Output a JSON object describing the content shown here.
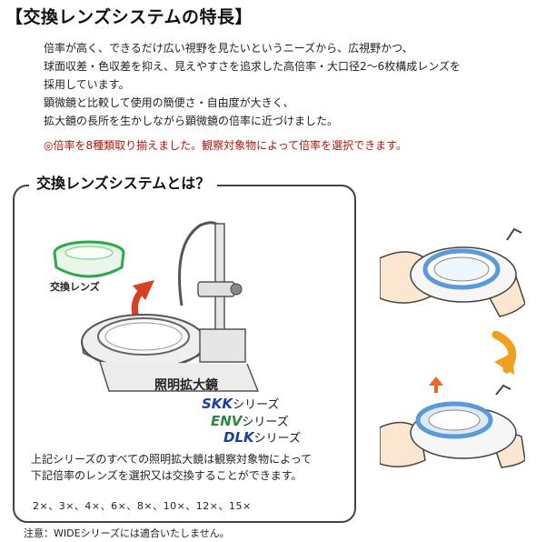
{
  "title": "【交換レンズシステムの特長】",
  "paragraphs": [
    "倍率が高く、できるだけ広い視野を見たいというニーズから、広視野かつ、",
    "球面収差・色収差を抑え、見えやすさを追求した高倍率・大口径2〜6枚構成レンズを",
    "採用しています。",
    "顕微鏡と比較して使用の簡便さ・自由度が大きく、",
    "拡大鏡の長所を生かしながら顕微鏡の倍率に近づけました。"
  ],
  "note_red": "◎倍率を8種類取り揃えました。観察対象物によって倍率を選択できます。",
  "panel": {
    "title": "交換レンズシステムとは？",
    "lens_label": "交換レンズ",
    "device_label": "照明拡大鏡",
    "series": [
      {
        "code": "SKK",
        "suffix": "シリーズ",
        "color": "#1a3fa0"
      },
      {
        "code": "ENV",
        "suffix": "シリーズ",
        "color": "#2a8a3a"
      },
      {
        "code": "DLK",
        "suffix": "シリーズ",
        "color": "#1a3fa0"
      }
    ],
    "caption_line1": "上記シリーズのすべての照明拡大鏡は観察対象物によって",
    "caption_line2": "下記倍率のレンズを選択又は交換することができます。",
    "magnifications": "2×、3×、4×、6×、8×、10×、12×、15×"
  },
  "footnote": "注意：WIDEシリーズには適合いたしません。",
  "colors": {
    "arrow_red": "#d8401f",
    "arrow_orange": "#f0a020",
    "lens_green": "#2ea84a",
    "lens_blue": "#5a9ad8"
  }
}
